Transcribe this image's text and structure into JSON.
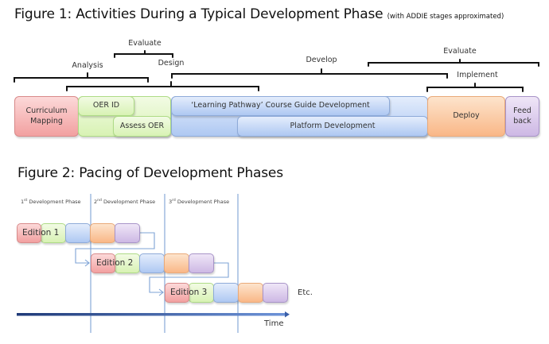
{
  "figure1": {
    "title": "Figure 1: Activities During a Typical Development Phase",
    "subtitle": "(with ADDIE stages approximated)",
    "stages": {
      "evaluate_left": "Evaluate",
      "analysis": "Analysis",
      "design": "Design",
      "develop": "Develop",
      "evaluate_right": "Evaluate",
      "implement": "Implement"
    },
    "activities": {
      "curriculum_mapping": "Curriculum Mapping",
      "oer_id": "OER ID",
      "assess_oer": "Assess OER",
      "course_guide": "‘Learning Pathway’  Course Guide Development",
      "platform": "Platform Development",
      "deploy": "Deploy",
      "feedback": "Feed back"
    },
    "colors": {
      "analysis_red": "#f2a0a0",
      "oer_green": "#d8f2b4",
      "develop_blue": "#aec8f2",
      "deploy_orange": "#f9b787",
      "feedback_purple": "#cdb8e4"
    }
  },
  "figure2": {
    "title": "Figure 2: Pacing of Development Phases",
    "phases": [
      {
        "ordinal": "1",
        "suffix": "st",
        "label": "Development Phase"
      },
      {
        "ordinal": "2",
        "suffix": "nd",
        "label": "Development Phase"
      },
      {
        "ordinal": "3",
        "suffix": "rd",
        "label": "Development Phase"
      }
    ],
    "editions": [
      "Edition 1",
      "Edition 2",
      "Edition 3"
    ],
    "etc_label": "Etc.",
    "time_label": "Time",
    "line_color": "#7ea3d6",
    "axis_color": "#2c4a86"
  }
}
